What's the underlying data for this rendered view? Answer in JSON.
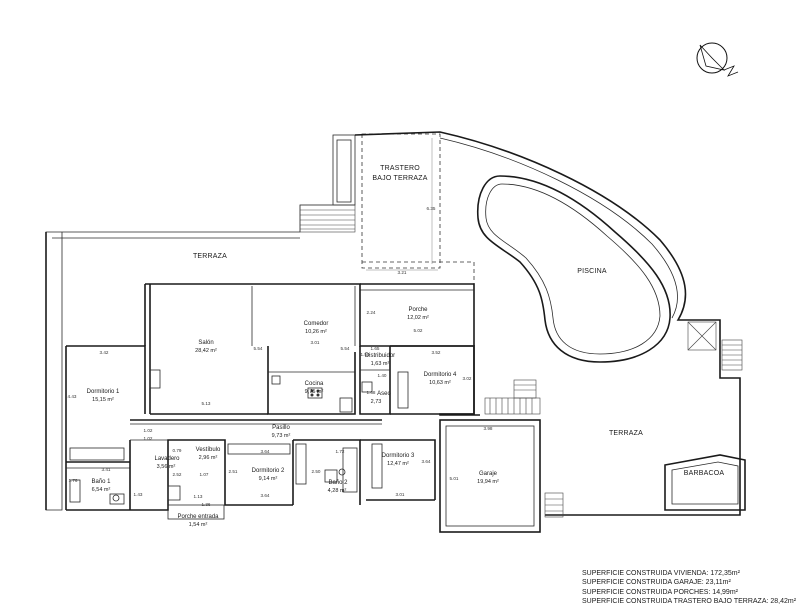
{
  "rooms": {
    "trastero": {
      "line1": "TRASTERO",
      "line2": "BAJO TERRAZA"
    },
    "terraza_top": {
      "name": "TERRAZA"
    },
    "piscina": {
      "name": "PISCINA"
    },
    "porche": {
      "name": "Porche",
      "area": "12,02 m²"
    },
    "salon": {
      "name": "Salón",
      "area": "28,42 m²"
    },
    "comedor": {
      "name": "Comedor",
      "area": "10,26 m²"
    },
    "distribuidor": {
      "name": "Distribuidor",
      "area": "1,63 m²"
    },
    "dormitorio4": {
      "name": "Dormitorio 4",
      "area": "10,63 m²"
    },
    "dormitorio1": {
      "name": "Dormitorio 1",
      "area": "15,15 m²"
    },
    "cocina": {
      "name": "Cocina",
      "area": "9,75 m²"
    },
    "aseo": {
      "name": "Aseo",
      "area": "2,73"
    },
    "pasillo": {
      "name": "Pasillo",
      "area": "9,73 m²"
    },
    "vestibulo": {
      "name": "Vestíbulo",
      "area": "2,96 m²"
    },
    "lavadero": {
      "name": "Lavadero",
      "area": "3,56 m²"
    },
    "dormitorio2": {
      "name": "Dormitorio 2",
      "area": "9,14 m²"
    },
    "dormitorio3": {
      "name": "Dormitorio 3",
      "area": "12,47 m²"
    },
    "bano1": {
      "name": "Baño 1",
      "area": "6,54 m²"
    },
    "bano2": {
      "name": "Baño 2",
      "area": "4,28 m²"
    },
    "garaje": {
      "name": "Garaje",
      "area": "19,94 m²"
    },
    "terraza_right": {
      "name": "TERRAZA"
    },
    "barbacoa": {
      "name": "BARBACOA"
    },
    "porche_entrada": {
      "name": "Porche entrada",
      "area": "1,54 m²"
    }
  },
  "dimensions": {
    "d_trastero_w": "3.21",
    "d_trastero_h": "6.35",
    "d_porche_w": "5.02",
    "d_porche_h": "2.24",
    "d_dorm1_w": "3.42",
    "d_dorm1_h": "4.43",
    "d_salon_h": "5.54",
    "d_salon_w": "5.13",
    "d_comedor_h": "5.54",
    "d_comedor_w": "3.01",
    "d_dorm4_w": "3.52",
    "d_dorm4_h": "3.02",
    "d_dist_1": "1.65",
    "d_dist_2": "1.40",
    "d_dist_3": "1.50",
    "d_aseo": "1.68",
    "d_pasillo_1": "1.02",
    "d_pasillo_w": "3.64",
    "d_lav_1": "3.41",
    "d_lav_2": "1.43",
    "d_lav_3": "1.02",
    "d_lav_4": "2.52",
    "d_lav_5": "1.07",
    "d_lav_6": "0.79",
    "d_vest_1": "1.13",
    "d_vest_2": "1.36",
    "d_dorm2_w": "3.64",
    "d_dorm2_h": "2.51",
    "d_bano2_w": "1.72",
    "d_bano2_h": "2.50",
    "d_dorm3_w": "3.01",
    "d_dorm3_h": "3.64",
    "d_garaje_w": "3.98",
    "d_garaje_h": "5.01",
    "d_bano1": "1.76"
  },
  "summary": {
    "line1": "SUPERFICIE CONSTRUIDA VIVIENDA: 172,35m²",
    "line2": "SUPERFICIE CONSTRUIDA GARAJE: 23,11m²",
    "line3": "SUPERFICIE CONSTRUIDA PORCHES: 14,99m²",
    "line4": "SUPERFICIE CONSTRUIDA TRASTERO BAJO TERRAZA: 28,42m²"
  },
  "icons": {
    "north": "north-arrow-icon"
  }
}
